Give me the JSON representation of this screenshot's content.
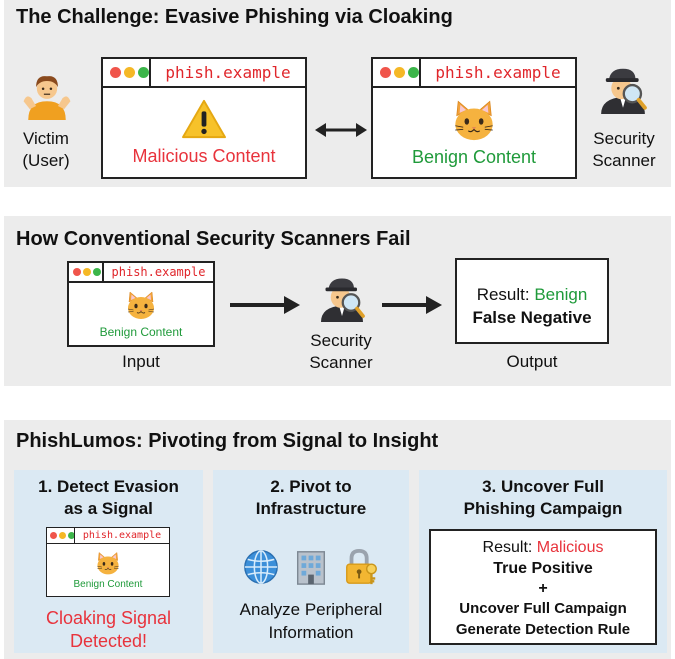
{
  "section1": {
    "title": "The Challenge: Evasive Phishing via Cloaking",
    "victim_label_line1": "Victim",
    "victim_label_line2": "(User)",
    "scanner_label_line1": "Security",
    "scanner_label_line2": "Scanner",
    "left_window": {
      "url": "phish.example",
      "content": "Malicious Content"
    },
    "right_window": {
      "url": "phish.example",
      "content": "Benign Content"
    }
  },
  "section2": {
    "title": "How Conventional Security Scanners Fail",
    "input_window": {
      "url": "phish.example",
      "content": "Benign Content"
    },
    "input_label": "Input",
    "scanner_label_line1": "Security",
    "scanner_label_line2": "Scanner",
    "output_label": "Output",
    "result_prefix": "Result: ",
    "result_value": "Benign",
    "result_verdict": "False Negative"
  },
  "section3": {
    "title": "PhishLumos: Pivoting from Signal to Insight",
    "step1": {
      "title_line1": "1. Detect Evasion",
      "title_line2": "as a Signal",
      "window": {
        "url": "phish.example",
        "content": "Benign Content"
      },
      "signal_line1": "Cloaking Signal",
      "signal_line2": "Detected!"
    },
    "step2": {
      "title_line1": "2. Pivot to",
      "title_line2": "Infrastructure",
      "text_line1": "Analyze Peripheral",
      "text_line2": "Information"
    },
    "step3": {
      "title_line1": "3. Uncover Full",
      "title_line2": "Phishing Campaign",
      "result_prefix": "Result: ",
      "result_value": "Malicious",
      "verdict": "True Positive",
      "plus": "+",
      "action1": "Uncover Full Campaign",
      "action2": "Generate Detection Rule"
    }
  },
  "icons": {
    "victim": "person-shrugging-icon",
    "detective": "detective-icon",
    "warning": "warning-icon",
    "cat": "cat-face-icon",
    "globe": "globe-icon",
    "building": "office-building-icon",
    "lock": "lock-with-key-icon"
  },
  "colors": {
    "malicious": "#e8333c",
    "benign": "#1f9a3a",
    "url": "#e0262b",
    "panel": "#ececec",
    "subpanel": "#dbe9f3"
  }
}
